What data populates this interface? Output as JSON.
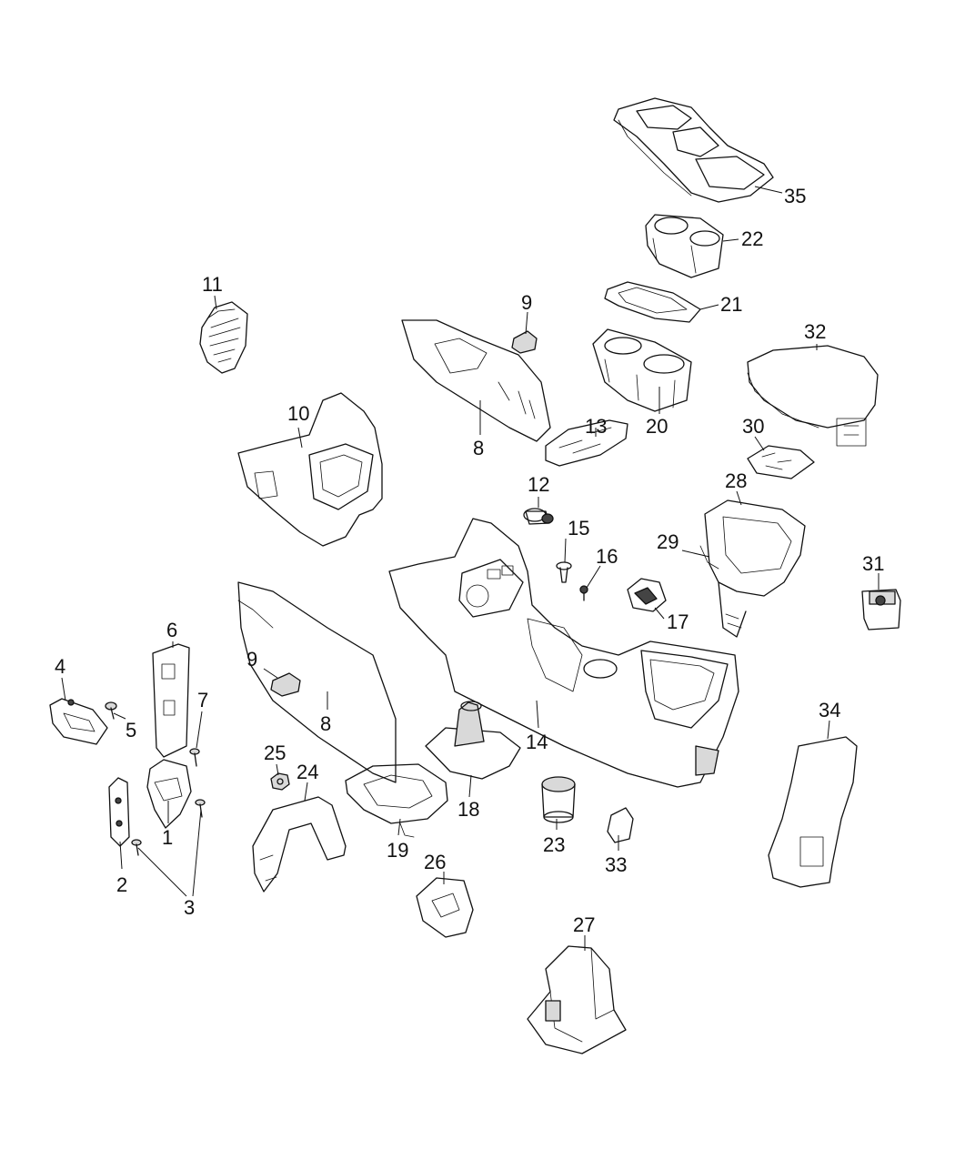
{
  "callouts": [
    {
      "id": "c1",
      "label": "1"
    },
    {
      "id": "c2",
      "label": "2"
    },
    {
      "id": "c3",
      "label": "3"
    },
    {
      "id": "c4",
      "label": "4"
    },
    {
      "id": "c5",
      "label": "5"
    },
    {
      "id": "c6",
      "label": "6"
    },
    {
      "id": "c7",
      "label": "7"
    },
    {
      "id": "c8a",
      "label": "8"
    },
    {
      "id": "c8b",
      "label": "8"
    },
    {
      "id": "c9a",
      "label": "9"
    },
    {
      "id": "c9b",
      "label": "9"
    },
    {
      "id": "c10",
      "label": "10"
    },
    {
      "id": "c11",
      "label": "11"
    },
    {
      "id": "c12",
      "label": "12"
    },
    {
      "id": "c13",
      "label": "13"
    },
    {
      "id": "c14",
      "label": "14"
    },
    {
      "id": "c15",
      "label": "15"
    },
    {
      "id": "c16",
      "label": "16"
    },
    {
      "id": "c17",
      "label": "17"
    },
    {
      "id": "c18",
      "label": "18"
    },
    {
      "id": "c19",
      "label": "19"
    },
    {
      "id": "c20",
      "label": "20"
    },
    {
      "id": "c21",
      "label": "21"
    },
    {
      "id": "c22",
      "label": "22"
    },
    {
      "id": "c23",
      "label": "23"
    },
    {
      "id": "c24",
      "label": "24"
    },
    {
      "id": "c25",
      "label": "25"
    },
    {
      "id": "c26",
      "label": "26"
    },
    {
      "id": "c27",
      "label": "27"
    },
    {
      "id": "c28",
      "label": "28"
    },
    {
      "id": "c29",
      "label": "29"
    },
    {
      "id": "c30",
      "label": "30"
    },
    {
      "id": "c31",
      "label": "31"
    },
    {
      "id": "c32",
      "label": "32"
    },
    {
      "id": "c33",
      "label": "33"
    },
    {
      "id": "c34",
      "label": "34"
    },
    {
      "id": "c35",
      "label": "35"
    }
  ]
}
